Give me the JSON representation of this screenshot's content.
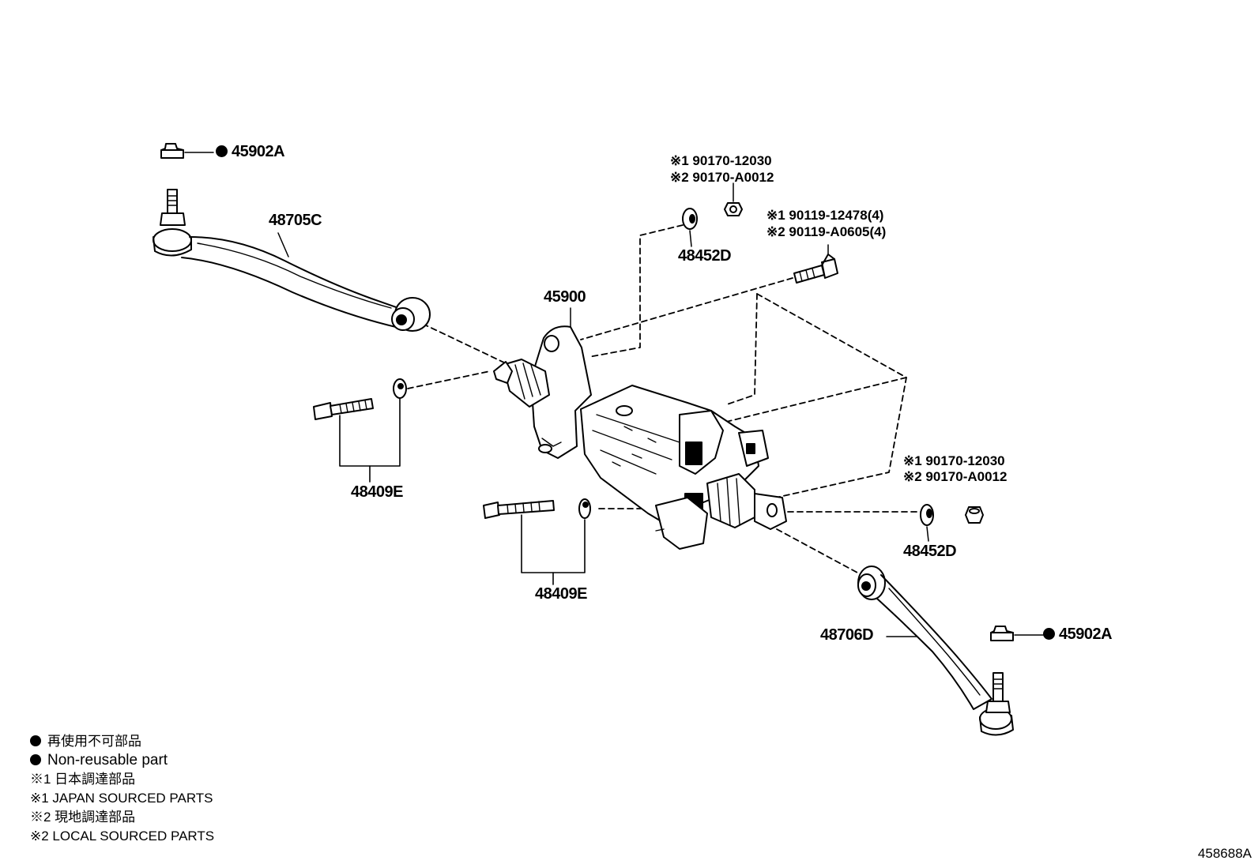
{
  "labels": {
    "nut_top": "45902A",
    "rod_left": "48705C",
    "note_top_a": "※1 90170-12030",
    "note_top_b": "※2 90170-A0012",
    "note_bolt_a": "※1  90119-12478(4)",
    "note_bolt_b": "※2  90119-A0605(4)",
    "bushing_top": "48452D",
    "gear": "45900",
    "bolt_left": "48409E",
    "note_right_a": "※1 90170-12030",
    "note_right_b": "※2 90170-A0012",
    "bushing_right": "48452D",
    "bolt_lower": "48409E",
    "rod_right": "48706D",
    "nut_right": "45902A"
  },
  "legend": {
    "line1": "再使用不可部品",
    "line2": "Non-reusable part",
    "line3": "※1 日本調達部品",
    "line4": "※1 JAPAN SOURCED PARTS",
    "line5": "※2 現地調達部品",
    "line6": "※2 LOCAL SOURCED PARTS"
  },
  "doc_id": "458688A"
}
